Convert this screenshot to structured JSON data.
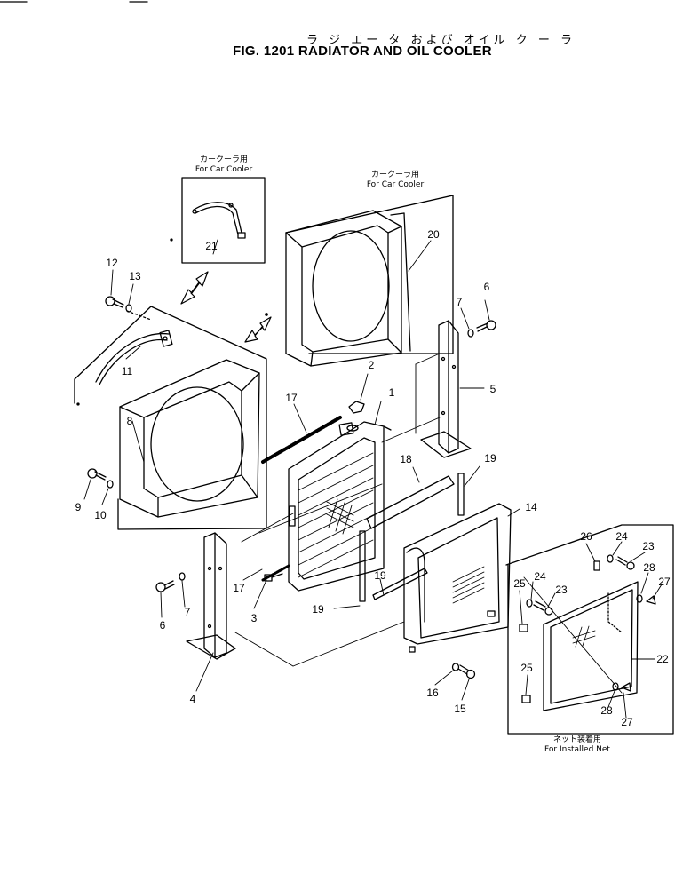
{
  "title": {
    "japanese": "ラ ジ エー タ および オイル ク ー ラ",
    "english": "FIG. 1201  RADIATOR AND OIL COOLER"
  },
  "notes": {
    "car_cooler_jp": "カークーラ用",
    "car_cooler_en": "For Car Cooler",
    "installed_net_jp": "ネット装着用",
    "installed_net_en": "For Installed Net"
  },
  "part_numbers": {
    "p1": "1",
    "p2": "2",
    "p3": "3",
    "p4": "4",
    "p5": "5",
    "p6a": "6",
    "p6b": "6",
    "p7a": "7",
    "p7b": "7",
    "p8": "8",
    "p9": "9",
    "p10": "10",
    "p11": "11",
    "p12": "12",
    "p13": "13",
    "p14": "14",
    "p15": "15",
    "p16": "16",
    "p17a": "17",
    "p17b": "17",
    "p18": "18",
    "p19a": "19",
    "p19b": "19",
    "p19c": "19",
    "p20": "20",
    "p21": "21",
    "p22": "22",
    "p23a": "23",
    "p23b": "23",
    "p24a": "24",
    "p24b": "24",
    "p25a": "25",
    "p25b": "25",
    "p26": "26",
    "p27a": "27",
    "p27b": "27",
    "p28a": "28",
    "p28b": "28"
  },
  "colors": {
    "ink": "#000000",
    "paper": "#ffffff"
  }
}
